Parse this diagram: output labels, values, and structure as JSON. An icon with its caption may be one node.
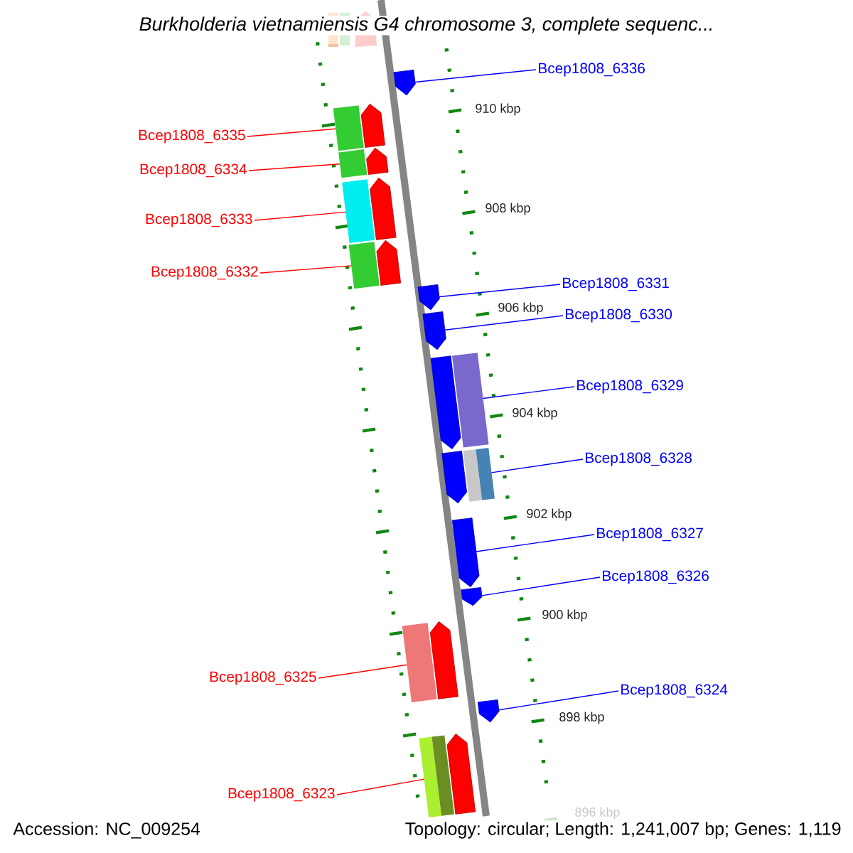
{
  "diagram": {
    "title": "Burkholderia vietnamiensis G4 chromosome 3, complete sequenc...",
    "nodes": [
      {
        "text": [
          "Bcep1808_6336"
        ]
      },
      {
        "text": [],
        "shape": "pentagon"
      },
      {
        "text": [
          "Bcep1808_6335"
        ]
      },
      {
        "text": [],
        "shape": "pentagon"
      },
      {
        "text": [
          "Bcep1808_6334"
        ]
      },
      {
        "text": [],
        "shape": "pentagon"
      },
      {
        "text": [
          "Bcep1808_6333"
        ]
      },
      {
        "text": [],
        "shape": "pentagon"
      },
      {
        "text": [
          "Bcep1808_6332"
        ]
      },
      {
        "text": [],
        "shape": "pentagon"
      },
      {
        "text": [
          "Bcep1808_6331"
        ]
      },
      {
        "text": [],
        "shape": "pentagon"
      },
      {
        "text": [
          "Bcep1808_6330"
        ]
      },
      {
        "text": [],
        "shape": "pentagon"
      },
      {
        "text": [
          "Bcep1808_6329"
        ]
      },
      {
        "text": [],
        "shape": "pentagon"
      },
      {
        "text": [
          "Bcep1808_6328"
        ]
      },
      {
        "text": [],
        "shape": "pentagon"
      },
      {
        "text": [
          "Bcep1808_6327"
        ]
      },
      {
        "text": [],
        "shape": "pentagon"
      },
      {
        "text": [
          "Bcep1808_6326"
        ]
      },
      {
        "text": [],
        "shape": "pentagon"
      },
      {
        "text": [
          "Bcep1808_6325"
        ]
      },
      {
        "text": [],
        "shape": "pentagon"
      },
      {
        "text": [
          "Bcep1808_6324"
        ]
      },
      {
        "text": [],
        "shape": "pentagon"
      },
      {
        "text": [
          "Bcep1808_6323"
        ]
      },
      {
        "text": [],
        "shape": "pentagon"
      }
    ],
    "edges": [
      {
        "from": 0,
        "to": 1,
        "arrow": "none"
      },
      {
        "from": 2,
        "to": 3,
        "arrow": "none",
        "color": "#ff0000"
      },
      {
        "from": 4,
        "to": 5,
        "arrow": "none",
        "color": "#ff0000"
      },
      {
        "from": 6,
        "to": 7,
        "arrow": "none",
        "color": "#ff0000"
      },
      {
        "from": 8,
        "to": 9,
        "arrow": "none",
        "color": "#ff0000"
      },
      {
        "from": 10,
        "to": 11,
        "arrow": "none"
      },
      {
        "from": 12,
        "to": 13,
        "arrow": "none"
      },
      {
        "from": 14,
        "to": 15,
        "arrow": "none"
      },
      {
        "from": 16,
        "to": 17,
        "arrow": "none"
      },
      {
        "from": 18,
        "to": 19,
        "arrow": "none"
      },
      {
        "from": 20,
        "to": 21,
        "arrow": "none"
      },
      {
        "from": 22,
        "to": 23,
        "arrow": "none",
        "color": "#ff0000"
      },
      {
        "from": 24,
        "to": 25,
        "arrow": "none"
      },
      {
        "from": 26,
        "to": 27,
        "arrow": "none",
        "color": "#ff0000"
      }
    ],
    "labels": [
      "910 kbp",
      "908 kbp",
      "906 kbp",
      "904 kbp",
      "902 kbp",
      "900 kbp",
      "898 kbp",
      "896 kbp",
      "Accession: NC_009254",
      "Topology: circular; Length: 1,241,007 bp; Genes: 1,119"
    ]
  }
}
